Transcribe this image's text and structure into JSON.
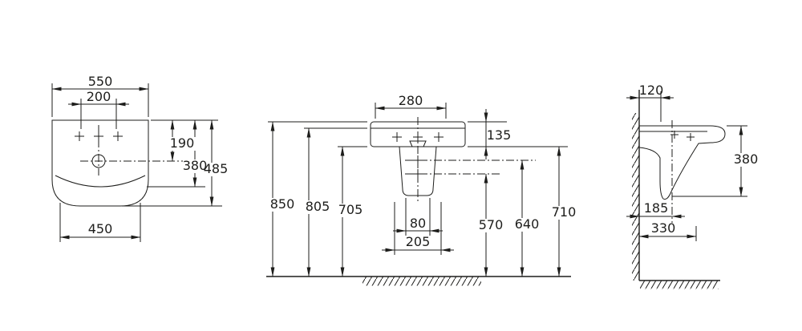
{
  "colors": {
    "ink": "#1d1d1b",
    "paper": "#ffffff"
  },
  "plan_view": {
    "overall_width": "550",
    "taphole_spacing": "200",
    "faucet_axis_depth": "190",
    "bowl_front_depth": "380",
    "overall_depth": "485",
    "base_width": "450"
  },
  "front_view": {
    "rim_width": "280",
    "rim_height": "135",
    "height_rim_top": "850",
    "height_rim_underside": "805",
    "height_basin_bottom": "705",
    "height_pedestal_top": "710",
    "height_upper_fixing": "640",
    "height_lower_fixing": "570",
    "pedestal_base_width": "80",
    "pedestal_top_width": "205"
  },
  "side_view": {
    "faucet_axis_from_wall": "120",
    "front_height": "380",
    "drain_axis_from_wall": "185",
    "projection": "330"
  }
}
